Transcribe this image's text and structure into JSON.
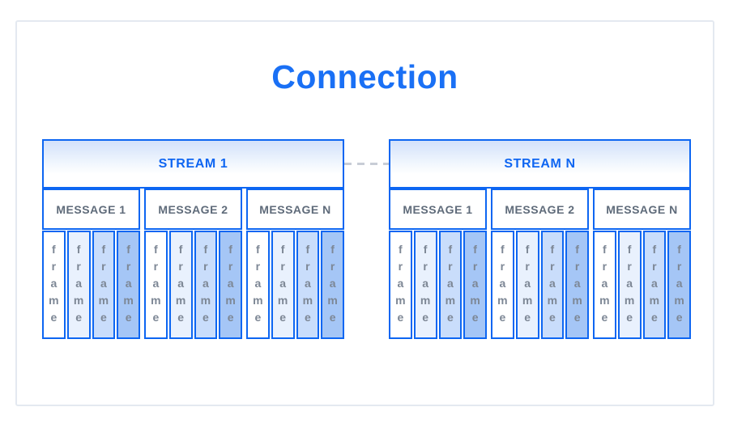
{
  "title": "Connection",
  "frame_label": "frame",
  "connector_style": "dashed-line",
  "colors": {
    "accent_blue": "#0d66f2",
    "title_blue": "#1a70f5",
    "stream_text": "#0f66f2",
    "message_text": "#5f6b7a",
    "frame_text": "#7d8795",
    "card_border": "#e4e9f0",
    "dash_gray": "#c8cdd6",
    "header_gradient_top": "#d3e1fb",
    "frame_fills": [
      "#ffffff",
      "#e9f1fd",
      "#c9ddfb",
      "#a5c6f6"
    ]
  },
  "streams": [
    {
      "label": "STREAM 1",
      "messages": [
        {
          "label": "MESSAGE 1"
        },
        {
          "label": "MESSAGE 2"
        },
        {
          "label": "MESSAGE N"
        }
      ]
    },
    {
      "label": "STREAM N",
      "messages": [
        {
          "label": "MESSAGE 1"
        },
        {
          "label": "MESSAGE 2"
        },
        {
          "label": "MESSAGE N"
        }
      ]
    }
  ]
}
